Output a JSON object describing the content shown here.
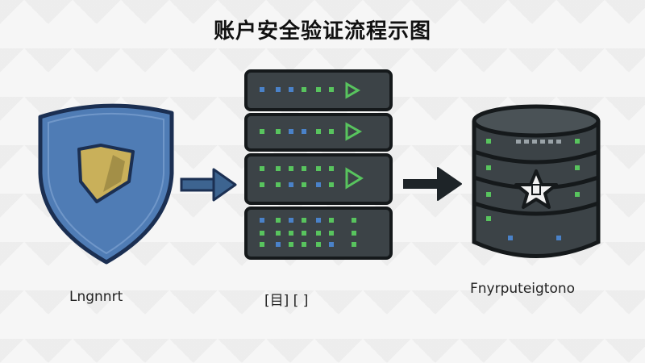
{
  "diagram": {
    "title": "账户安全验证流程示图",
    "steps": [
      {
        "id": "shield",
        "icon": "shield-lock-icon",
        "caption": "Lngnnrt"
      },
      {
        "id": "server",
        "icon": "server-rack-icon",
        "caption": "[目] [ ]"
      },
      {
        "id": "database",
        "icon": "database-star-icon",
        "caption": "Fnyrputeigtono"
      }
    ],
    "connectors": [
      "arrow-right-icon",
      "arrow-right-icon"
    ],
    "colors": {
      "shield_fill": "#4f7cb5",
      "shield_outline": "#1b2f52",
      "lock_fill": "#c9b05a",
      "server_body": "#3c4347",
      "led_blue": "#4a82c9",
      "led_green": "#58c45e",
      "arrow_blue": "#3d6490",
      "arrow_dark": "#1e2428"
    }
  }
}
